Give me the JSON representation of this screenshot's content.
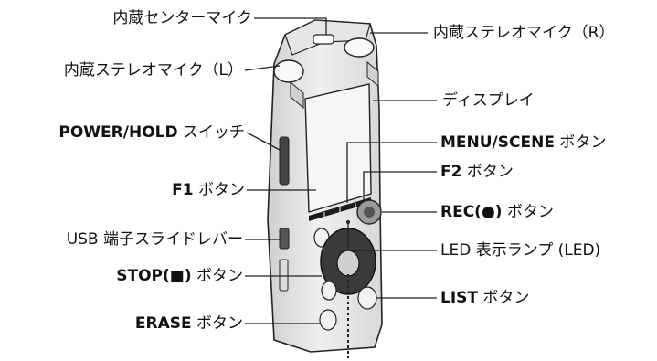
{
  "labels": {
    "center_mic": "内蔵センターマイク",
    "stereo_mic_r": "内蔵ステレオマイク（R）",
    "stereo_mic_l": "内蔵ステレオマイク（L）",
    "display": "ディスプレイ",
    "power_hold_bold": "POWER/HOLD",
    "power_hold_rest": " スイッチ",
    "menu_scene_bold": "MENU/SCENE",
    "menu_scene_rest": " ボタン",
    "f1_bold": "F1",
    "f1_rest": " ボタン",
    "f2_bold": "F2",
    "f2_rest": " ボタン",
    "rec_bold": "REC(●)",
    "rec_rest": " ボタン",
    "usb_lever": "USB 端子スライドレバー",
    "led": "LED 表示ランプ (LED)",
    "stop_bold": "STOP(■)",
    "stop_rest": " ボタン",
    "list_bold": "LIST",
    "list_rest": " ボタン",
    "erase_bold": "ERASE",
    "erase_rest": " ボタン"
  }
}
